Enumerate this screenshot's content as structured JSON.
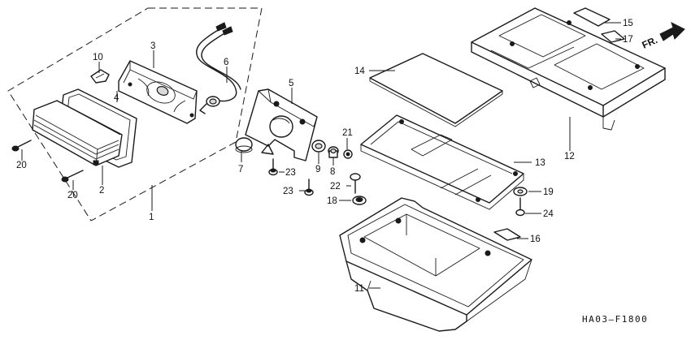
{
  "diagram": {
    "drawing_code": "HA03–F1800",
    "direction_label": "FR.",
    "callouts": {
      "c1": "1",
      "c2": "2",
      "c3": "3",
      "c4": "4",
      "c5": "5",
      "c6": "6",
      "c7": "7",
      "c8": "8",
      "c9": "9",
      "c10": "10",
      "c11": "11",
      "c12": "12",
      "c13": "13",
      "c14": "14",
      "c15": "15",
      "c16": "16",
      "c17": "17",
      "c18": "18",
      "c19": "19",
      "c20a": "20",
      "c20b": "20",
      "c21": "21",
      "c22": "22",
      "c23a": "23",
      "c23b": "23",
      "c24": "24"
    }
  }
}
